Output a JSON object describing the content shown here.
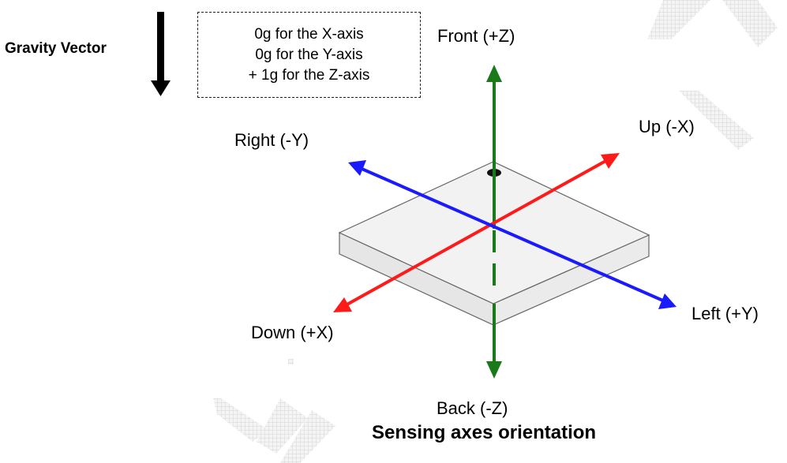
{
  "gravity": {
    "label": "Gravity Vector",
    "lines": [
      "0g for the X-axis",
      "0g for the Y-axis",
      "+ 1g for the Z-axis"
    ]
  },
  "axes": {
    "front": "Front (+Z)",
    "back": "Back (-Z)",
    "up": "Up (-X)",
    "down": "Down (+X)",
    "right": "Right (-Y)",
    "left": "Left (+Y)"
  },
  "caption": "Sensing axes orientation",
  "colors": {
    "z_axis": "#1a7a1a",
    "x_axis": "#ff1a1a",
    "y_axis": "#1a1aff",
    "gravity_arrow": "#000000",
    "chip_top": "#f2f2f2",
    "chip_side": "#e6e6e6",
    "watermark": "#e4e4e4"
  }
}
